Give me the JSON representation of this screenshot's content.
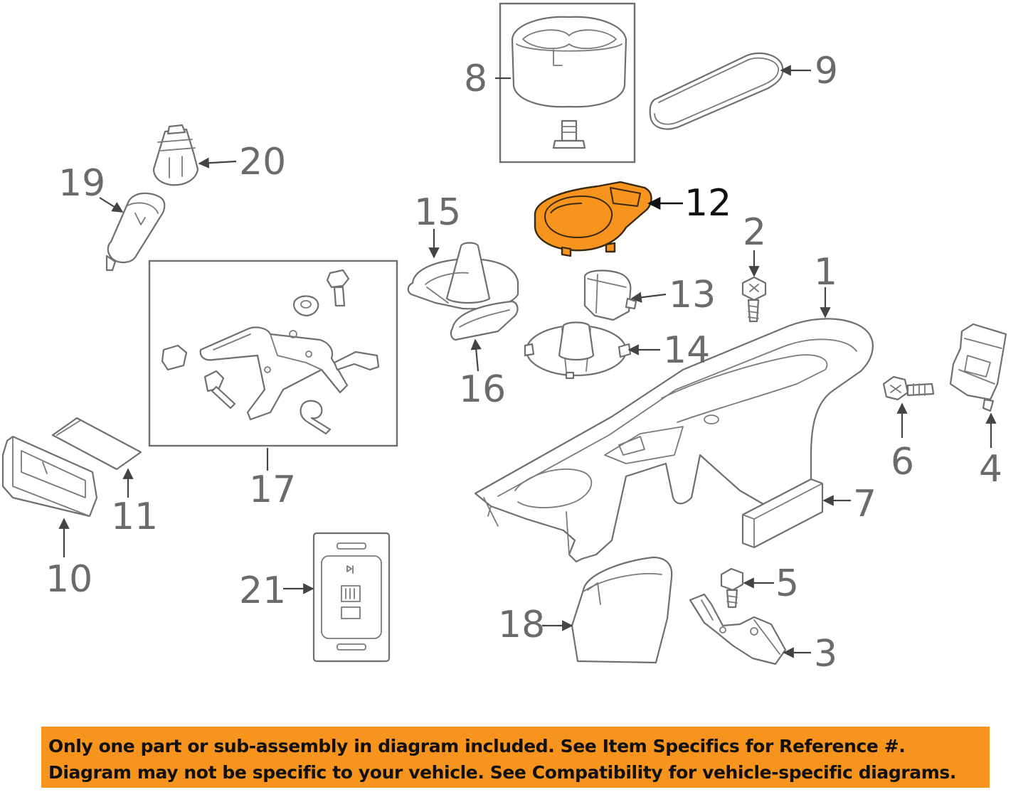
{
  "callouts": {
    "n1": "1",
    "n2": "2",
    "n3": "3",
    "n4": "4",
    "n5": "5",
    "n6": "6",
    "n7": "7",
    "n8": "8",
    "n9": "9",
    "n10": "10",
    "n11": "11",
    "n12": "12",
    "n13": "13",
    "n14": "14",
    "n15": "15",
    "n16": "16",
    "n17": "17",
    "n18": "18",
    "n19": "19",
    "n20": "20",
    "n21": "21"
  },
  "highlighted_part": "12",
  "colors": {
    "highlight": "#f7941d",
    "notice_bg": "#f7941d",
    "line": "#6f6f6f",
    "callout_text": "#6b6b6b"
  },
  "notice": {
    "line1": "Only one part or sub-assembly in diagram included. See Item Specifics for Reference #.",
    "line2": "Diagram may not be specific to your vehicle. See Compatibility for vehicle-specific diagrams."
  }
}
